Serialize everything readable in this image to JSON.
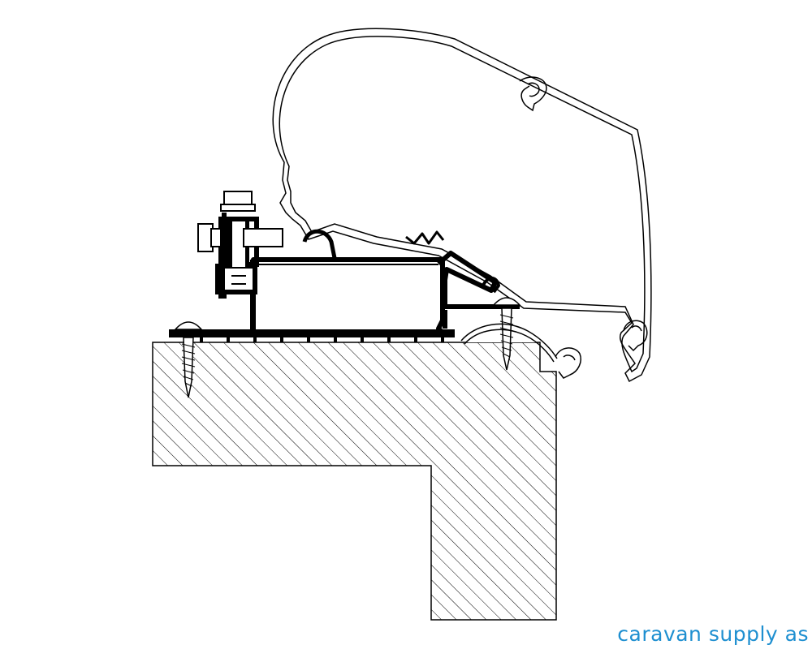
{
  "watermark": {
    "text": "caravan supply as",
    "color": "#1e8fd0"
  },
  "colors": {
    "line": "#000000",
    "fill": "#ffffff"
  },
  "figure": {
    "subject": "awning rail adapter mounted on caravan roof edge",
    "parts": [
      "roof-wall-section",
      "awning-cassette",
      "adapter-profile",
      "mounting-rail",
      "bolt",
      "nut",
      "screw-left",
      "screw-right",
      "keder-clips"
    ]
  }
}
